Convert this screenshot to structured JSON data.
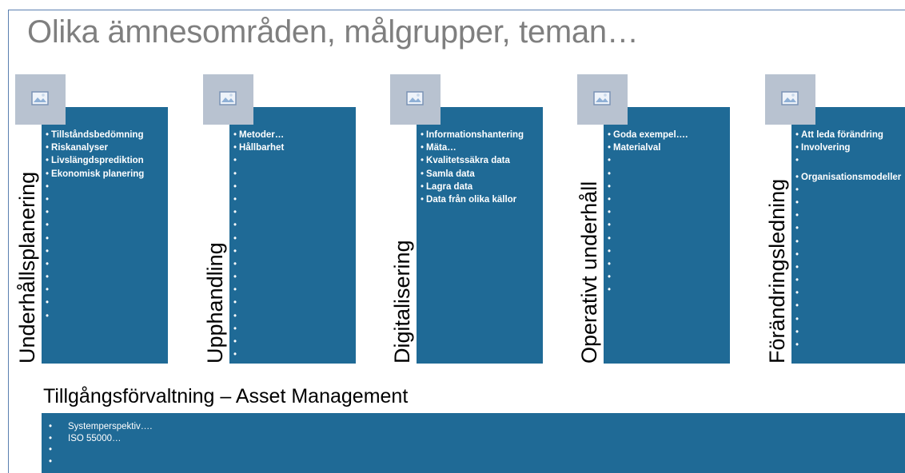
{
  "slide": {
    "title": "Olika ämnesområden, målgrupper, teman…",
    "columns": [
      {
        "title": "Underhållsplanering",
        "items": [
          "Tillståndsbedömning",
          "Riskanalyser",
          "Livslängdsprediktion",
          "Ekonomisk planering",
          "",
          "",
          "",
          "",
          "",
          "",
          "",
          "",
          "",
          "",
          ""
        ]
      },
      {
        "title": "Upphandling",
        "items": [
          "Metoder…",
          "Hållbarhet",
          "",
          "",
          "",
          "",
          "",
          "",
          "",
          "",
          "",
          "",
          "",
          "",
          "",
          "",
          "",
          ""
        ]
      },
      {
        "title": "Digitalisering",
        "items": [
          "Informationshantering",
          "Mäta…",
          "Kvalitetssäkra data",
          "Samla data",
          "Lagra data",
          "Data från olika källor"
        ]
      },
      {
        "title": "Operativt underhåll",
        "items": [
          "Goda exempel….",
          "Materialval",
          "",
          "",
          "",
          "",
          "",
          "",
          "",
          "",
          "",
          "",
          ""
        ]
      },
      {
        "title": "Förändringsledning",
        "items": [
          "Att leda förändring",
          "Involvering",
          "",
          "Organisationsmodeller",
          "",
          "",
          "",
          "",
          "",
          "",
          "",
          "",
          "",
          "",
          "",
          "",
          ""
        ]
      }
    ],
    "asset_management": {
      "title": "Tillgångsförvaltning – Asset Management",
      "items": [
        "Systemperspektiv….",
        "ISO 55000…",
        "",
        ""
      ]
    }
  },
  "colors": {
    "box": "#1f6a96",
    "placeholder": "#b8c2d0",
    "title": "#7f7f7f"
  },
  "icons": {
    "image_placeholder": "picture-icon"
  }
}
